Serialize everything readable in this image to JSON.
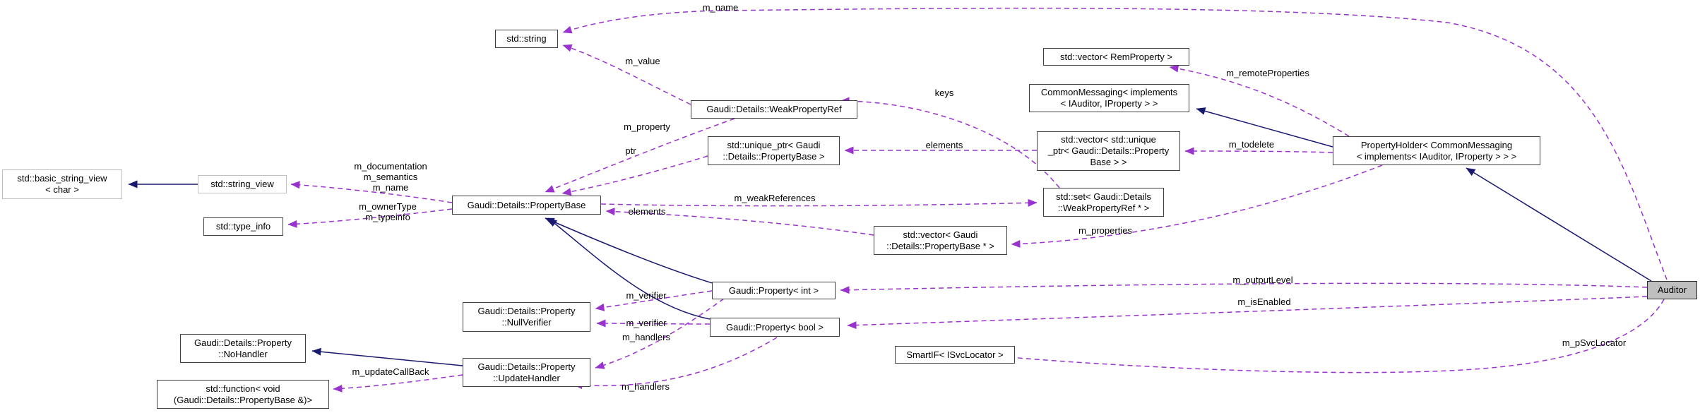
{
  "diagram_type": "collaboration-graph",
  "colors": {
    "usage_edge": "#9a32cd",
    "inheritance_edge": "#191970",
    "node_border": "#404040",
    "external_node_border": "#bfbfbf",
    "highlight_node_fill": "#bfbfbf",
    "background": "#ffffff"
  },
  "nodes": {
    "std_string": {
      "label": "std::string"
    },
    "basic_string_view": {
      "label": "std::basic_string_view\n< char >"
    },
    "string_view": {
      "label": "std::string_view"
    },
    "type_info": {
      "label": "std::type_info"
    },
    "weak_property_ref": {
      "label": "Gaudi::Details::WeakPropertyRef"
    },
    "unique_ptr": {
      "label": "std::unique_ptr< Gaudi\n::Details::PropertyBase >"
    },
    "property_base": {
      "label": "Gaudi::Details::PropertyBase"
    },
    "vector_rem_property": {
      "label": "std::vector< RemProperty >"
    },
    "common_messaging": {
      "label": "CommonMessaging< implements\n< IAuditor, IProperty > >"
    },
    "vector_unique_ptr": {
      "label": "std::vector< std::unique\n_ptr< Gaudi::Details::Property\nBase > >"
    },
    "property_holder": {
      "label": "PropertyHolder< CommonMessaging\n< implements< IAuditor, IProperty > > >"
    },
    "set_weak_property_ref": {
      "label": "std::set< Gaudi::Details\n::WeakPropertyRef * >"
    },
    "vector_property_base": {
      "label": "std::vector< Gaudi\n::Details::PropertyBase * >"
    },
    "property_int": {
      "label": "Gaudi::Property< int >"
    },
    "property_bool": {
      "label": "Gaudi::Property< bool >"
    },
    "null_verifier": {
      "label": "Gaudi::Details::Property\n::NullVerifier"
    },
    "no_handler": {
      "label": "Gaudi::Details::Property\n::NoHandler"
    },
    "update_handler": {
      "label": "Gaudi::Details::Property\n::UpdateHandler"
    },
    "std_function": {
      "label": "std::function< void\n(Gaudi::Details::PropertyBase &)>"
    },
    "smart_if": {
      "label": "SmartIF< ISvcLocator >"
    },
    "auditor": {
      "label": "Auditor"
    }
  },
  "edge_labels": {
    "m_name_top": "m_name",
    "m_value": "m_value",
    "keys": "keys",
    "m_remoteProperties": "m_remoteProperties",
    "m_property": "m_property",
    "elements_unique": "elements",
    "m_todelete": "m_todelete",
    "ptr": "ptr",
    "doc_stack": "m_documentation\nm_semantics\nm_name",
    "type_stack": "m_ownerType\nm_typeinfo",
    "m_weakReferences": "m_weakReferences",
    "elements_property_base": "elements",
    "m_properties": "m_properties",
    "m_verifier_int": "m_verifier",
    "m_verifier_bool": "m_verifier",
    "m_handlers_int": "m_handlers",
    "m_handlers_bool": "m_handlers",
    "m_updateCallBack": "m_updateCallBack",
    "m_outputLevel": "m_outputLevel",
    "m_isEnabled": "m_isEnabled",
    "m_pSvcLocator": "m_pSvcLocator"
  }
}
